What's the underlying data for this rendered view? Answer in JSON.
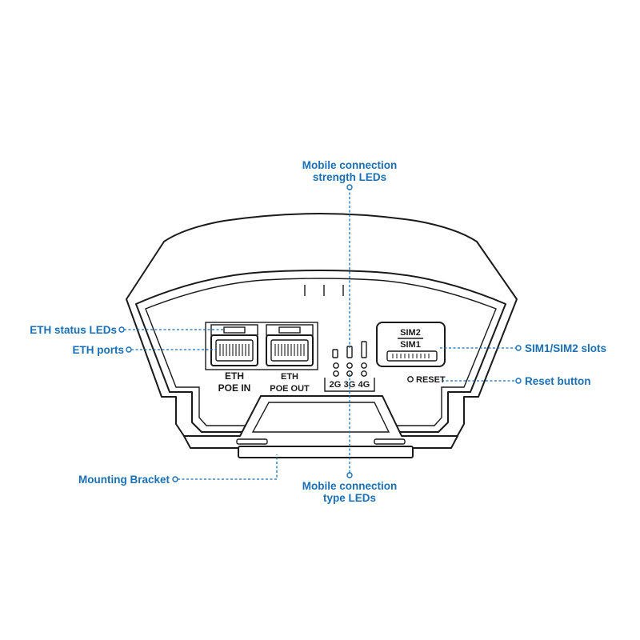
{
  "colors": {
    "callout": "#1a6fb5",
    "line": "#1a1a1a"
  },
  "callouts": {
    "strength_leds_line1": "Mobile connection",
    "strength_leds_line2": "strength LEDs",
    "eth_status_leds": "ETH status LEDs",
    "eth_ports": "ETH ports",
    "sim_slots": "SIM1/SIM2 slots",
    "reset_button": "Reset button",
    "mounting_bracket": "Mounting Bracket",
    "type_leds_line1": "Mobile connection",
    "type_leds_line2": "type LEDs"
  },
  "device": {
    "port1_line1": "ETH",
    "port1_line2": "POE IN",
    "port2_line1": "ETH",
    "port2_line2": "POE OUT",
    "led_2g": "2G",
    "led_3g": "3G",
    "led_4g": "4G",
    "sim2": "SIM2",
    "sim1": "SIM1",
    "reset": "RESET"
  }
}
